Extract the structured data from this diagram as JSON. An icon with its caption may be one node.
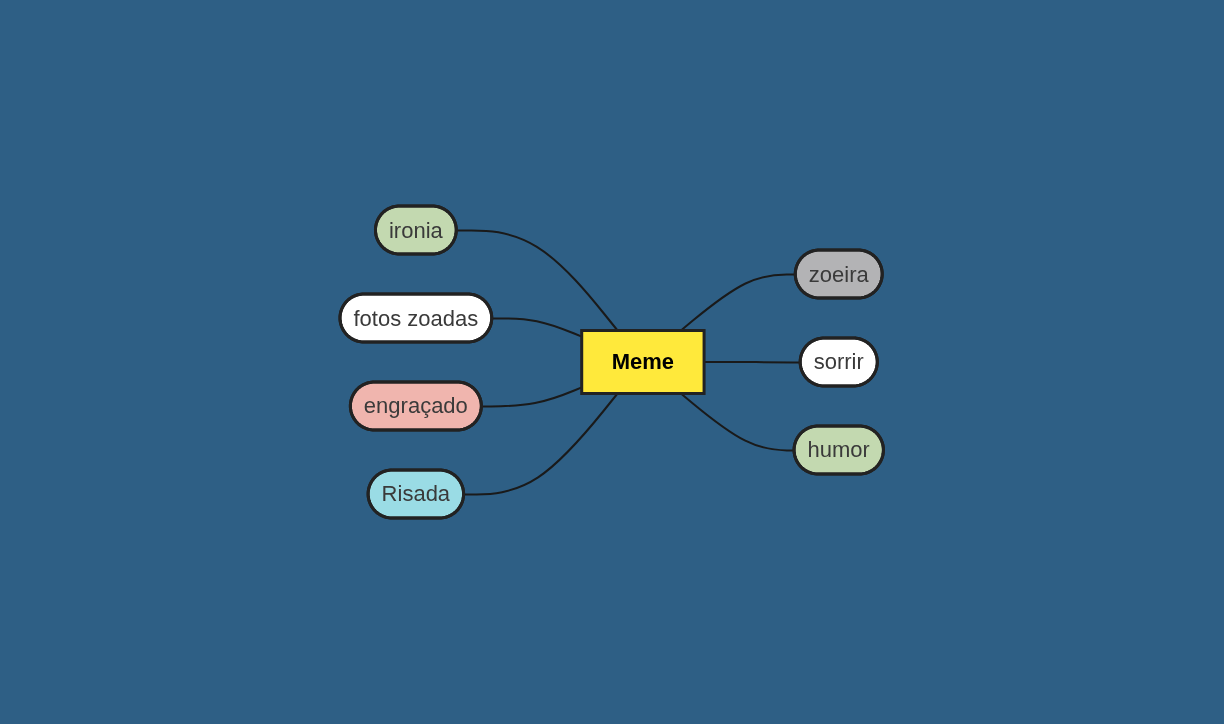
{
  "diagram": {
    "nodes": [
      {
        "text": [
          "ironia"
        ]
      },
      {
        "text": [
          "fotos zoadas"
        ]
      },
      {
        "text": [
          "zoeira"
        ]
      },
      {
        "text": [
          "engraçado"
        ]
      },
      {
        "text": [
          "Meme"
        ]
      },
      {
        "text": [
          "sorrir"
        ]
      },
      {
        "text": [
          "Risada"
        ]
      },
      {
        "text": [
          "humor"
        ]
      }
    ],
    "edges": [
      {
        "from": 0,
        "to": 4,
        "arrow": "none"
      },
      {
        "from": 1,
        "to": 4,
        "arrow": "none"
      },
      {
        "from": 4,
        "to": 2,
        "arrow": "none"
      },
      {
        "from": 3,
        "to": 4,
        "arrow": "none"
      },
      {
        "from": 4,
        "to": 5,
        "arrow": "none"
      },
      {
        "from": 6,
        "to": 4,
        "arrow": "none"
      },
      {
        "from": 4,
        "to": 7,
        "arrow": "none"
      }
    ]
  }
}
